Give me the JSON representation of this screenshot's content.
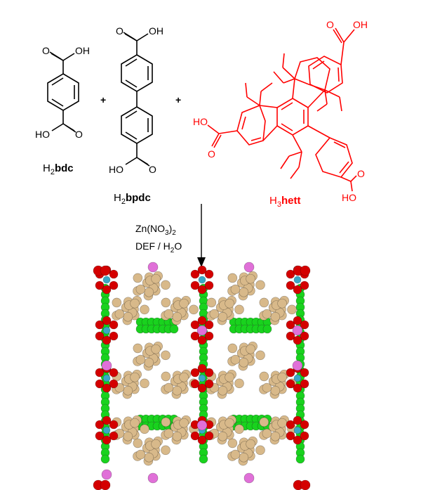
{
  "colors": {
    "black_structure": "#000000",
    "red_structure": "#ff0000",
    "carbon_tan": "#d8b98a",
    "oxygen_red": "#d40000",
    "linker_green": "#19d21e",
    "zinc_pink": "#e070d8",
    "node_cyan": "#38a8c8"
  },
  "reactants": {
    "bdc": {
      "cooh_top": "O",
      "oh_top": "OH",
      "ho_bottom": "HO",
      "o_bottom": "O",
      "label_h": "H",
      "label_sub": "2",
      "label_name": "bdc"
    },
    "bpdc": {
      "cooh_top": "O",
      "oh_top": "OH",
      "ho_bottom": "HO",
      "o_bottom": "O",
      "label_h": "H",
      "label_sub": "2",
      "label_name": "bpdc"
    },
    "hett": {
      "oh_top": "OH",
      "o_top": "O",
      "ho_left": "HO",
      "o_left": "O",
      "o_right": "O",
      "ho_right": "HO",
      "label_h": "H",
      "label_sub": "3",
      "label_name": "hett"
    },
    "plus": [
      "+",
      "+"
    ]
  },
  "conditions": {
    "line1_main": "Zn(NO",
    "line1_sub": "3",
    "line1_close": ")",
    "line1_sub2": "2",
    "line2_a": "DEF / H",
    "line2_sub": "2",
    "line2_b": "O"
  },
  "structure_icon": "space-filling-mof-model"
}
